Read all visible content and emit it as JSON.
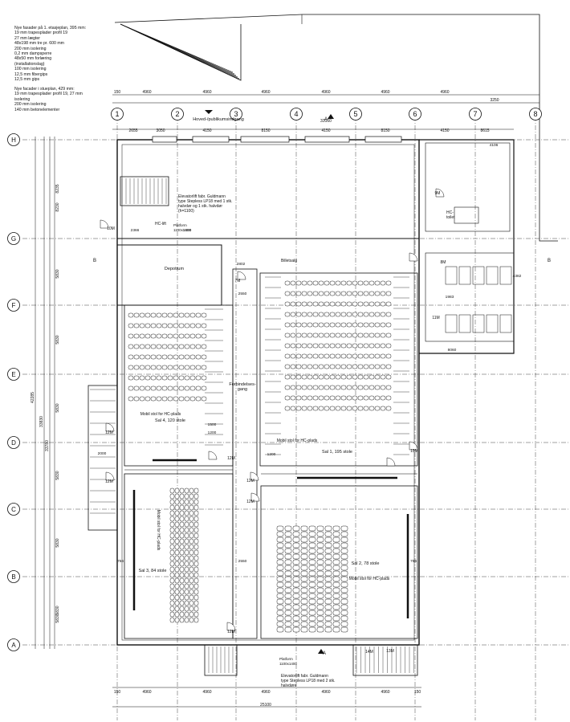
{
  "notes": {
    "block1": [
      "Nye fasader på 1. etasjeplan, 395 mm:",
      "19 mm trapesplader profil 19",
      "27 mm lægter",
      "48x198 mm tre pr. 600 mm",
      "200 mm isolering",
      "0,2 mm dampsperre",
      "48x50 mm forlæring",
      "(installationslag)",
      "100 mm isolering",
      "12,5 mm fibergips",
      "12,5 mm gips"
    ],
    "block2": [
      "Nye facader i stueplan, 429 mm:",
      "19 mm trapesplader profil 19, 27 mm",
      "isolering",
      "200 mm isolering",
      "140 mm betonelementer"
    ]
  },
  "grid": {
    "columns": [
      "1",
      "2",
      "3",
      "4",
      "5",
      "6",
      "7",
      "8"
    ],
    "rows": [
      "H",
      "G",
      "F",
      "E",
      "D",
      "C",
      "B",
      "A"
    ]
  },
  "dims": {
    "top_row": [
      "150",
      "4960",
      "4960",
      "4960",
      "4960",
      "4960",
      "4960"
    ],
    "top_extra": "3250",
    "overall_top": "33160",
    "h_row": [
      "2655",
      "3050",
      "4150",
      "8150",
      "4150",
      "8150",
      "4150",
      "8615"
    ],
    "bottom_row": [
      "150",
      "4960",
      "4960",
      "4960",
      "4960",
      "4960",
      "150"
    ],
    "overall_bottom": "25100",
    "left_vertical": [
      "8235",
      "8230",
      "5830",
      "5830",
      "5830",
      "5830",
      "5830",
      "5830",
      "5830"
    ],
    "left_totals": [
      "42285",
      "33830",
      "33780"
    ],
    "misc": [
      "2802",
      "2550",
      "1500",
      "1200",
      "2000",
      "8060",
      "1983",
      "4382",
      "4106",
      "2366",
      "1800",
      "1200",
      "2550",
      "756",
      "756"
    ]
  },
  "rooms": {
    "entrance": "Hoved-/publikumsindgang",
    "elevator_top": [
      "Elevatorlift fabr. Guldmann",
      "type Stepless LP18 med 1 stk.",
      "halvdør og 1 stk. halvdør",
      "(h=1100)"
    ],
    "depot": "Depotrum",
    "billet": "Billetsalg",
    "corridor": [
      "Forbindelses-",
      "gang"
    ],
    "sal4": "Sal 4, 120 stole",
    "sal1": "Sal 1, 195 stole",
    "sal3": "Sal 3, 84 stole",
    "sal2": "Sal 2, 78 stole",
    "hc_place": "Mobil stol for HC-plads",
    "hc_toilet": [
      "HC-",
      "toilet"
    ],
    "hc_lift": "HC-lift",
    "platform": [
      "Platform",
      "1100x1400"
    ],
    "platform_bottom": [
      "Platform",
      "1100x1400"
    ],
    "elevator_bottom": [
      "Elevatorlift fabr. Guldmann",
      "type Stepless LP18 med 2 stk.",
      "halvdøre"
    ]
  },
  "tags": {
    "door_10m": "10M",
    "door_12m": "12M",
    "door_11m": "11M",
    "door_13m": "13M",
    "door_9m": "9M",
    "door_8m": "8M",
    "door_7m": "7M",
    "door_15m": "15M",
    "door_14m": "14M",
    "section_a": "A",
    "section_b": "B"
  }
}
